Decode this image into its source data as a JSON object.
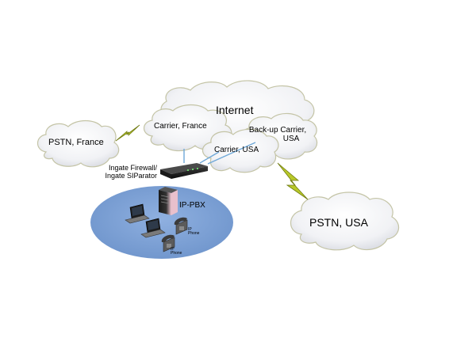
{
  "diagram": {
    "internet_label": "Internet",
    "nodes": {
      "pstn_france": "PSTN, France",
      "carrier_france": "Carrier, France",
      "backup_carrier_line1": "Back-up Carrier,",
      "backup_carrier_line2": "USA",
      "carrier_usa": "Carrier, USA",
      "firewall_line1": "Ingate Firewall/",
      "firewall_line2": "Ingate SIParator",
      "ip_pbx": "IP-PBX",
      "pstn_usa": "PSTN, USA"
    },
    "phone_labels": {
      "phone1_line1": "IP",
      "phone1_line2": "Phone",
      "phone2_line1": "IP",
      "phone2_line2": "Phone"
    },
    "colors": {
      "lan_fill": "#7fa3d6",
      "cloud_fill": "#e9ebf0",
      "cloud_stroke": "#c9c9a0",
      "link_line": "#6fa8d8",
      "lightning": "#b8c82a"
    },
    "icons": {
      "firewall": "router-appliance-icon",
      "pbx": "server-tower-icon",
      "laptop": "laptop-icon",
      "phone": "desk-phone-icon"
    }
  }
}
